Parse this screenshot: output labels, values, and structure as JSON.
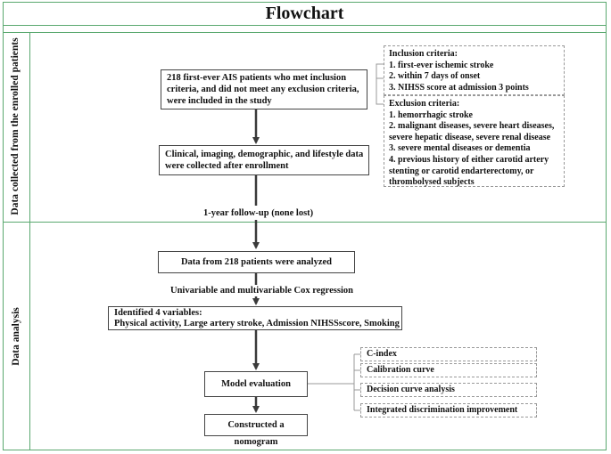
{
  "title": "Flowchart",
  "sections": {
    "data_collection": "Data collected from the enrolled patients",
    "data_analysis": "Data analysis"
  },
  "boxes": {
    "enrollment": [
      "218 first-ever AIS patients who met inclusion",
      "criteria, and did not meet any exclusion criteria,",
      "were included in the study"
    ],
    "collection": [
      "Clinical, imaging, demographic, and lifestyle data",
      "were collected after enrollment"
    ],
    "analyzed": "Data from 218 patients were analyzed",
    "variables": [
      "Identified 4 variables:",
      "Physical activity, Large artery stroke, Admission NIHSSscore, Smoking"
    ],
    "model_eval": "Model evaluation",
    "nomogram": "Constructed a nomogram"
  },
  "inclusion": {
    "heading": "Inclusion criteria:",
    "items": [
      "1. first-ever ischemic stroke",
      "2. within 7 days of onset",
      "3. NIHSS score at admission 3 points"
    ]
  },
  "exclusion": {
    "heading": "Exclusion criteria:",
    "items": [
      "1. hemorrhagic stroke",
      "2. malignant diseases, severe heart diseases,",
      "severe hepatic disease, severe renal disease",
      "3. severe mental diseases or dementia",
      "4. previous history of either carotid artery",
      "stenting or carotid endarterectomy, or",
      "thrombolysed subjects"
    ]
  },
  "arrow_labels": {
    "followup": "1-year follow-up (none lost)",
    "regression": "Univariable and multivariable Cox regression"
  },
  "evaluation_metrics": [
    "C-index",
    "Calibration curve",
    "Decision curve analysis",
    "Integrated discrimination improvement"
  ],
  "colors": {
    "frame": "#5aa86f",
    "arrow": "#3a3a3a",
    "dashed": "#999999"
  }
}
